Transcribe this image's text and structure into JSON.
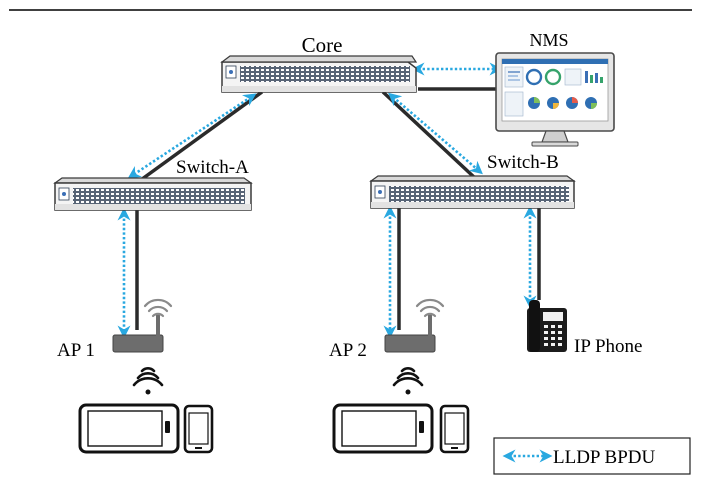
{
  "labels": {
    "core": "Core",
    "nms": "NMS",
    "switch_a": "Switch-A",
    "switch_b": "Switch-B",
    "ap1": "AP 1",
    "ap2": "AP 2",
    "ip_phone": "IP Phone"
  },
  "legend": {
    "text": "LLDP BPDU"
  },
  "colors": {
    "lldp_arrow": "#29a8e0",
    "link": "#2b2b2b",
    "device_gray": "#6d6d6d"
  }
}
